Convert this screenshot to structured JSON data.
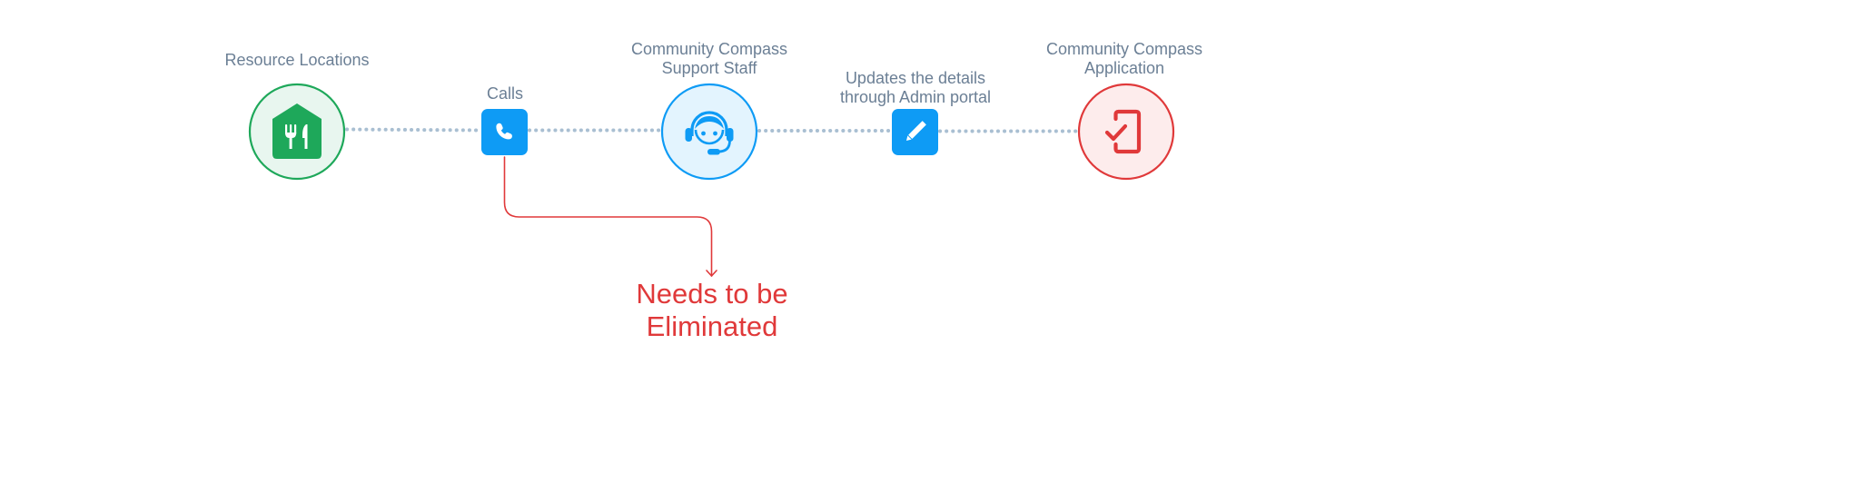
{
  "nodes": {
    "resource_locations": {
      "label": "Resource Locations",
      "icon": "restaurant-home-icon",
      "color": "#1ea85a",
      "fill": "#e8f6ef"
    },
    "calls": {
      "label": "Calls",
      "icon": "phone-icon",
      "color": "#0e9bf5"
    },
    "support_staff": {
      "label_line1": "Community Compass",
      "label_line2": "Support Staff",
      "icon": "headset-agent-icon",
      "color": "#0e9bf5",
      "fill": "#e3f4fe"
    },
    "admin_update": {
      "label_line1": "Updates the details",
      "label_line2": "through Admin portal",
      "icon": "pencil-icon",
      "color": "#0e9bf5"
    },
    "application": {
      "label_line1": "Community Compass",
      "label_line2": "Application",
      "icon": "mobile-check-icon",
      "color": "#e0393a",
      "fill": "#fdecec"
    }
  },
  "connector": {
    "style": "dotted",
    "color": "#a9bfd2"
  },
  "callout": {
    "line1": "Needs to be",
    "line2": "Eliminated",
    "color": "#e0393a"
  }
}
